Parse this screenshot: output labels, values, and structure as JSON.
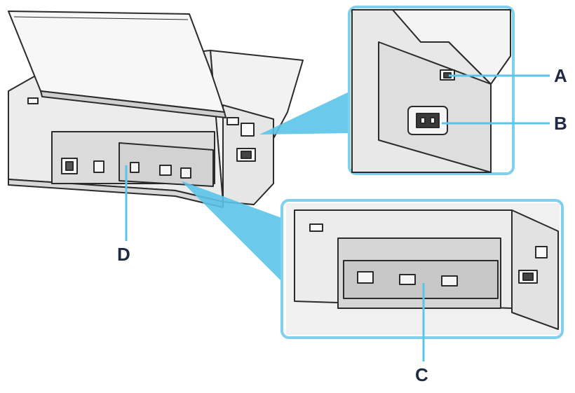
{
  "diagram": {
    "labels": {
      "a": "A",
      "b": "B",
      "c": "C",
      "d": "D"
    },
    "colors": {
      "accent": "#5bc4e8",
      "callout_frame": "#7fd0ec",
      "printer_body": "#ececec",
      "printer_shadow": "#bdbdbd",
      "outline": "#2b2b2b",
      "label": "#1f2a44"
    }
  }
}
